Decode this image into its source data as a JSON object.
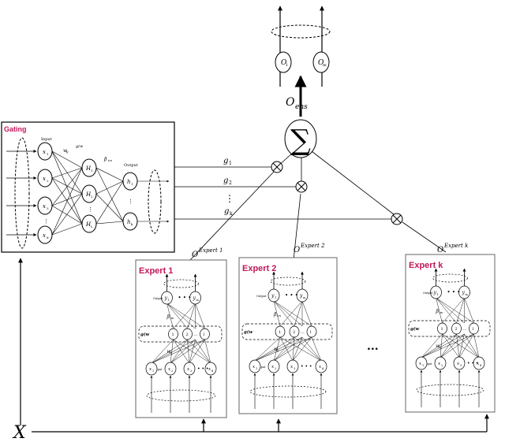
{
  "gating": {
    "title": "Gating",
    "input_label": "Input",
    "output_label": "Output",
    "weight_in": "w",
    "weight_in_sub": "ij",
    "weight_out": "β",
    "weight_out_sub": "im",
    "activation": "g(w",
    "activation_rest": "x",
    "inputs": [
      {
        "v": "x",
        "s": "1"
      },
      {
        "v": "x",
        "s": "2"
      },
      {
        "v": "x",
        "s": "3"
      },
      {
        "v": "x",
        "s": "d"
      }
    ],
    "hidden": [
      {
        "v": "H",
        "s": "1"
      },
      {
        "v": "H",
        "s": "2"
      },
      {
        "v": "H",
        "s": "L"
      }
    ],
    "outputs": [
      {
        "v": "h",
        "s": "1"
      },
      {
        "v": "h",
        "s": "k"
      }
    ]
  },
  "gates": [
    {
      "v": "g",
      "s": "1"
    },
    {
      "v": "g",
      "s": "2"
    },
    {
      "v": "g",
      "s": "k"
    }
  ],
  "gate_dots": "⋮",
  "sum_symbol": "∑",
  "ensemble_output": {
    "v": "O",
    "s": "ens"
  },
  "final_outputs": [
    {
      "v": "O",
      "s": "1"
    },
    {
      "v": "O",
      "s": "m"
    }
  ],
  "expert_output_labels": [
    {
      "v": "O",
      "s": "Expert  1"
    },
    {
      "v": "O",
      "s": "Expert  2"
    },
    {
      "v": "O",
      "s": "Expert  k"
    }
  ],
  "experts": [
    {
      "title": "Expert 1"
    },
    {
      "title": "Expert 2"
    },
    {
      "title": "Expert k"
    }
  ],
  "expert_detail": {
    "output_label": "Output",
    "input_label": "Input",
    "beta": "β",
    "beta_sub": "im",
    "w": "w",
    "w_sub": "ij",
    "activation": "g(w",
    "y1": "y",
    "y1_sub": "1",
    "ym": "y",
    "ym_sub": "m",
    "hidden": [
      "1",
      "2",
      "...",
      "l"
    ],
    "inputs": [
      {
        "v": "x",
        "s": "1"
      },
      {
        "v": "x",
        "s": "2"
      },
      {
        "v": "x",
        "s": "3"
      },
      {
        "v": "x",
        "s": "d"
      }
    ]
  },
  "dots_between_experts": "...",
  "input_symbol": "X"
}
